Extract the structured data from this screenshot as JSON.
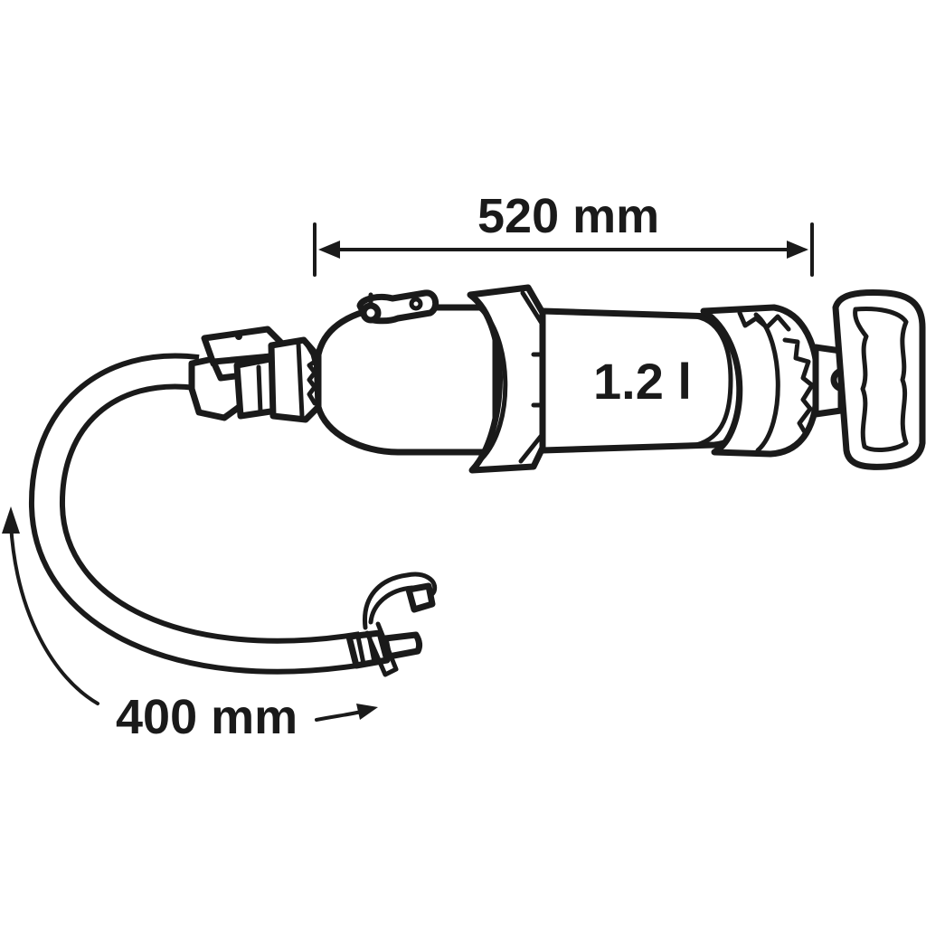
{
  "dimensions": {
    "length": "520 mm",
    "hose_length": "400 mm"
  },
  "capacity": "1.2 l",
  "colors": {
    "line": "#1a1a1a",
    "background": "#ffffff"
  }
}
